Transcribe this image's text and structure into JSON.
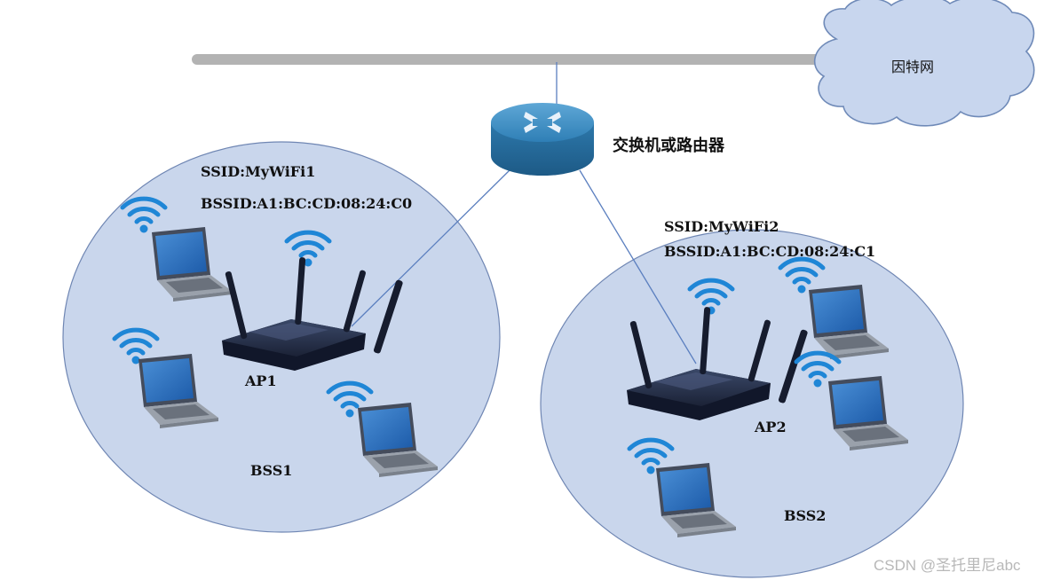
{
  "internet": {
    "label": "因特网",
    "fill": "#c8d6ee",
    "stroke": "#6f8ab8"
  },
  "switch_router": {
    "label": "交换机或路由器",
    "icon": "router-icon"
  },
  "bss1": {
    "ssid": "SSID:MyWiFi1",
    "bssid": "BSSID:A1:BC:CD:08:24:C0",
    "ap_label": "AP1",
    "bss_label": "BSS1",
    "fill": "#c9d6ec"
  },
  "bss2": {
    "ssid": "SSID:MyWiFi2",
    "bssid": "BSSID:A1:BC:CD:08:24:C1",
    "ap_label": "AP2",
    "bss_label": "BSS2",
    "fill": "#c9d6ec"
  },
  "watermark": "CSDN @圣托里尼abc",
  "colors": {
    "wifi": "#1f86d6",
    "router_body": "#2a3550",
    "backbone": "#b3b3b3",
    "link": "#5b7fbf"
  }
}
